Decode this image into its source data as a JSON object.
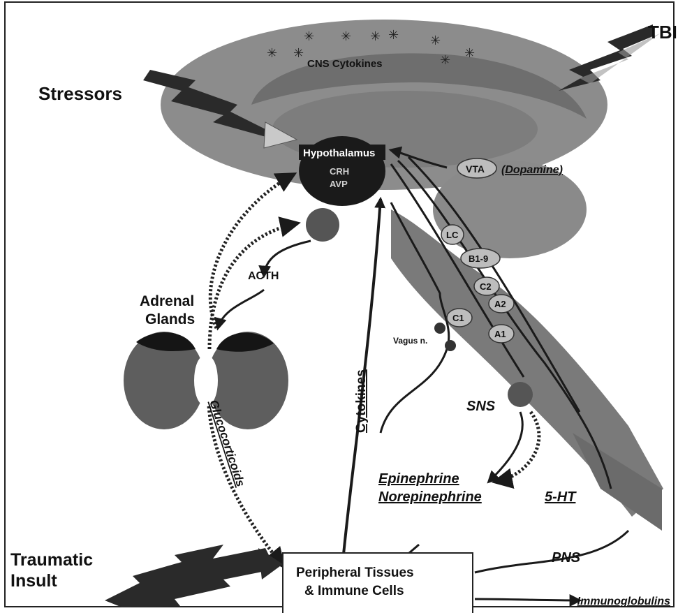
{
  "labels": {
    "tbi": "TBI",
    "stressors": "Stressors",
    "cns_cytokines": "CNS Cytokines",
    "hypothalamus": "Hypothalamus",
    "crh": "CRH",
    "avp": "AVP",
    "vta": "VTA",
    "dopamine": "(Dopamine)",
    "lc": "LC",
    "b1_9": "B1-9",
    "c2": "C2",
    "a2": "A2",
    "c1": "C1",
    "a1": "A1",
    "acth": "ACTH",
    "adrenal_line1": "Adrenal",
    "adrenal_line2": "Glands",
    "cytokines": "Cytokines",
    "vagus": "Vagus n.",
    "glucocorticoids": "Glucocorticoids",
    "sns": "SNS",
    "epinephrine": "Epinephrine",
    "norepinephrine": "Norepinephrine",
    "five_ht": "5-HT",
    "pns": "PNS",
    "traumatic_line1": "Traumatic",
    "traumatic_line2": "Insult",
    "peripheral_line1": "Peripheral Tissues",
    "peripheral_line2": "& Immune Cells",
    "immunoglobulins": "Immunoglobulins"
  },
  "colors": {
    "brain_outer": "#8c8c8c",
    "brain_mid": "#6e6e6e",
    "brain_inner": "#555555",
    "dark": "#1a1a1a",
    "nucleus_fill": "#bdbdbd",
    "kidney": "#5e5e5e",
    "kidney_cap": "#151515",
    "stem": "#7a7a7a"
  }
}
